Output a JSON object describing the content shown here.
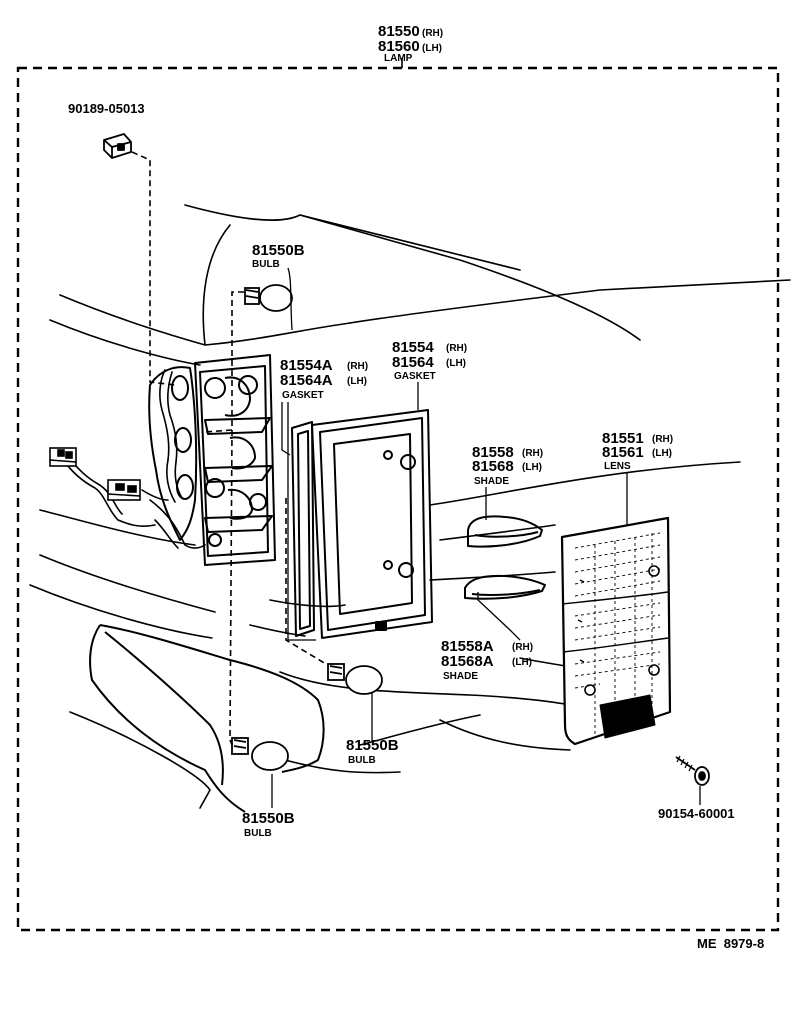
{
  "diagram": {
    "assembly": {
      "rh_number": "81550",
      "rh_suffix": "(RH)",
      "lh_number": "81560",
      "lh_suffix": "(LH)",
      "name": "LAMP"
    },
    "clip": {
      "number": "90189-05013"
    },
    "bulb_top": {
      "number": "81550B",
      "name": "BULB"
    },
    "gasket_inner": {
      "rh_number": "81554A",
      "rh_suffix": "(RH)",
      "lh_number": "81564A",
      "lh_suffix": "(LH)",
      "name": "GASKET"
    },
    "gasket_outer": {
      "rh_number": "81554",
      "rh_suffix": "(RH)",
      "lh_number": "81564",
      "lh_suffix": "(LH)",
      "name": "GASKET"
    },
    "shade_upper": {
      "rh_number": "81558",
      "rh_suffix": "(RH)",
      "lh_number": "81568",
      "lh_suffix": "(LH)",
      "name": "SHADE"
    },
    "lens": {
      "rh_number": "81551",
      "rh_suffix": "(RH)",
      "lh_number": "81561",
      "lh_suffix": "(LH)",
      "name": "LENS"
    },
    "shade_lower": {
      "rh_number": "81558A",
      "rh_suffix": "(RH)",
      "lh_number": "81568A",
      "lh_suffix": "(LH)",
      "name": "SHADE"
    },
    "bulb_mid": {
      "number": "81550B",
      "name": "BULB"
    },
    "bulb_bottom": {
      "number": "81550B",
      "name": "BULB"
    },
    "screw": {
      "number": "90154-60001"
    },
    "reference": "ME  8979-8"
  }
}
